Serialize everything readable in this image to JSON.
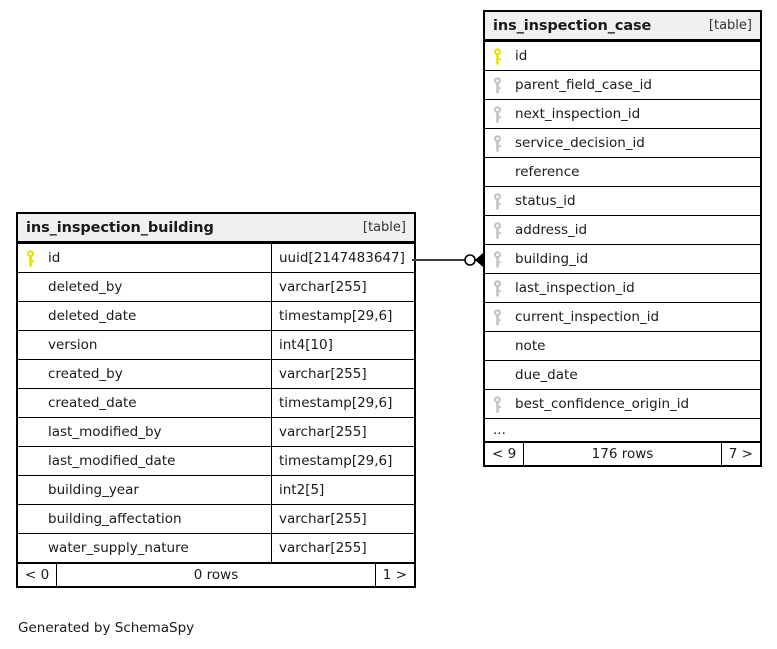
{
  "caption": "Generated by SchemaSpy",
  "tables": [
    {
      "id": "ins_inspection_building",
      "name": "ins_inspection_building",
      "kind": "[table]",
      "show_types": true,
      "has_ellipsis": false,
      "columns": [
        {
          "name": "id",
          "type": "uuid[2147483647]",
          "key": "primary"
        },
        {
          "name": "deleted_by",
          "type": "varchar[255]",
          "key": "none"
        },
        {
          "name": "deleted_date",
          "type": "timestamp[29,6]",
          "key": "none"
        },
        {
          "name": "version",
          "type": "int4[10]",
          "key": "none"
        },
        {
          "name": "created_by",
          "type": "varchar[255]",
          "key": "none"
        },
        {
          "name": "created_date",
          "type": "timestamp[29,6]",
          "key": "none"
        },
        {
          "name": "last_modified_by",
          "type": "varchar[255]",
          "key": "none"
        },
        {
          "name": "last_modified_date",
          "type": "timestamp[29,6]",
          "key": "none"
        },
        {
          "name": "building_year",
          "type": "int2[5]",
          "key": "none"
        },
        {
          "name": "building_affectation",
          "type": "varchar[255]",
          "key": "none"
        },
        {
          "name": "water_supply_nature",
          "type": "varchar[255]",
          "key": "none"
        }
      ],
      "footer": {
        "prev": "< 0",
        "count": "0 rows",
        "next": "1 >"
      }
    },
    {
      "id": "ins_inspection_case",
      "name": "ins_inspection_case",
      "kind": "[table]",
      "show_types": false,
      "has_ellipsis": true,
      "ellipsis": "...",
      "columns": [
        {
          "name": "id",
          "type": "",
          "key": "primary"
        },
        {
          "name": "parent_field_case_id",
          "type": "",
          "key": "foreign"
        },
        {
          "name": "next_inspection_id",
          "type": "",
          "key": "foreign"
        },
        {
          "name": "service_decision_id",
          "type": "",
          "key": "foreign"
        },
        {
          "name": "reference",
          "type": "",
          "key": "none"
        },
        {
          "name": "status_id",
          "type": "",
          "key": "foreign"
        },
        {
          "name": "address_id",
          "type": "",
          "key": "foreign"
        },
        {
          "name": "building_id",
          "type": "",
          "key": "foreign"
        },
        {
          "name": "last_inspection_id",
          "type": "",
          "key": "foreign"
        },
        {
          "name": "current_inspection_id",
          "type": "",
          "key": "foreign"
        },
        {
          "name": "note",
          "type": "",
          "key": "none"
        },
        {
          "name": "due_date",
          "type": "",
          "key": "none"
        },
        {
          "name": "best_confidence_origin_id",
          "type": "",
          "key": "foreign"
        }
      ],
      "footer": {
        "prev": "< 9",
        "count": "176 rows",
        "next": "7 >"
      }
    }
  ],
  "relationship": {
    "from_table": "ins_inspection_building",
    "from_column": "id",
    "to_table": "ins_inspection_case",
    "to_column": "building_id",
    "from_cardinality": "one",
    "to_cardinality": "zero-or-many"
  },
  "colors": {
    "primary_key": "#e3e300",
    "foreign_key": "#c3c3c3",
    "header_background": "#f0f0f0",
    "border": "#000000",
    "text": "#1a1a1a"
  }
}
